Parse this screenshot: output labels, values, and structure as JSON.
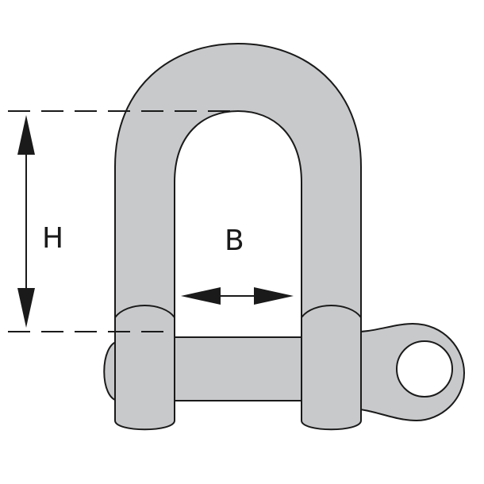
{
  "diagram": {
    "labels": {
      "height": "H",
      "width": "B"
    },
    "colors": {
      "metal_fill": "#c8c9cb",
      "outline": "#1a1a1a",
      "background": "#ffffff",
      "dimension_line": "#1a1a1a"
    },
    "parts": [
      "d-shackle-bow",
      "pin",
      "pin-eye",
      "pin-head"
    ]
  }
}
